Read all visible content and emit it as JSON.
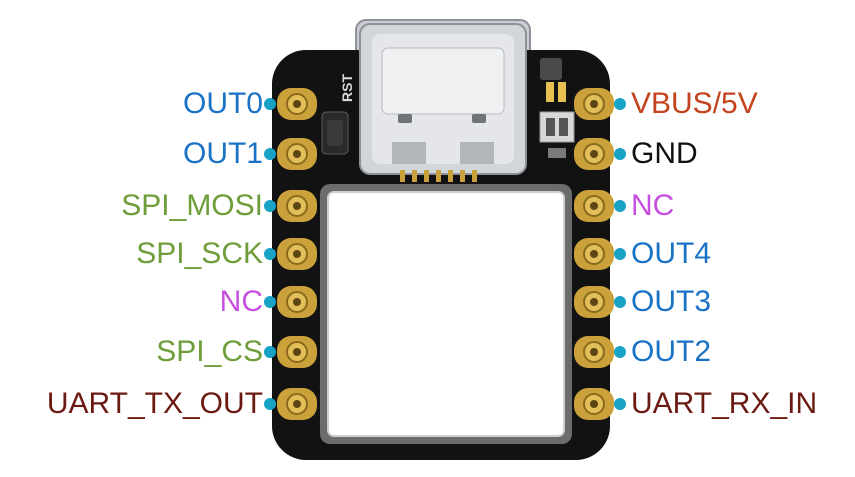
{
  "colors": {
    "output": "#1a72c6",
    "spi": "#6e9d3a",
    "nc": "#c64fe0",
    "power": "#c4431c",
    "ground": "#111111",
    "uart": "#6b1a12",
    "pin_dot": "#18a2c4",
    "board": "#121212",
    "pad_gold": "#caa13a"
  },
  "silkscreen": {
    "reset_label": "RST"
  },
  "left_pins": [
    {
      "label": "OUT0",
      "kind": "output"
    },
    {
      "label": "OUT1",
      "kind": "output"
    },
    {
      "label": "SPI_MOSI",
      "kind": "spi"
    },
    {
      "label": "SPI_SCK",
      "kind": "spi"
    },
    {
      "label": "NC",
      "kind": "nc"
    },
    {
      "label": "SPI_CS",
      "kind": "spi"
    },
    {
      "label": "UART_TX_OUT",
      "kind": "uart"
    }
  ],
  "right_pins": [
    {
      "label": "VBUS/5V",
      "kind": "power"
    },
    {
      "label": "GND",
      "kind": "ground"
    },
    {
      "label": "NC",
      "kind": "nc"
    },
    {
      "label": "OUT4",
      "kind": "output"
    },
    {
      "label": "OUT3",
      "kind": "output"
    },
    {
      "label": "OUT2",
      "kind": "output"
    },
    {
      "label": "UART_RX_IN",
      "kind": "uart"
    }
  ]
}
